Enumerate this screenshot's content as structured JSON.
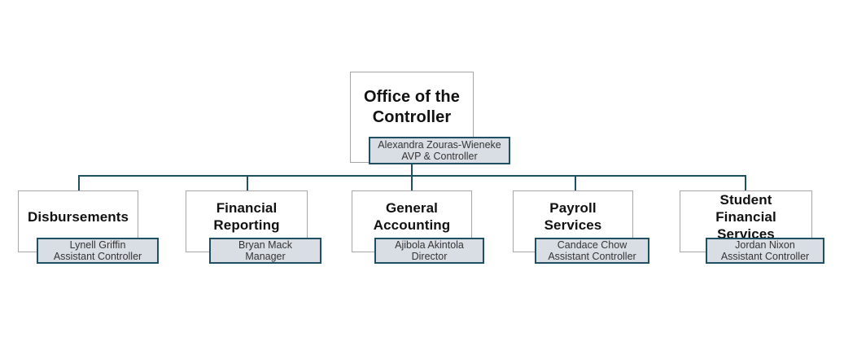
{
  "root": {
    "title": "Office of the Controller",
    "person": "Alexandra Zouras-Wieneke",
    "role": "AVP & Controller"
  },
  "departments": [
    {
      "title": "Disbursements",
      "person": "Lynell Griffin",
      "role": "Assistant Controller"
    },
    {
      "title": "Financial Reporting",
      "person": "Bryan Mack",
      "role": "Manager"
    },
    {
      "title": "General Accounting",
      "person": "Ajibola Akintola",
      "role": "Director"
    },
    {
      "title": "Payroll Services",
      "person": "Candace Chow",
      "role": "Assistant Controller"
    },
    {
      "title": "Student Financial Services",
      "person": "Jordan Nixon",
      "role": "Assistant Controller"
    }
  ],
  "colors": {
    "accent": "#1e4f63",
    "badge_fill": "#d9dde4",
    "box_border": "#a6a6a6"
  }
}
